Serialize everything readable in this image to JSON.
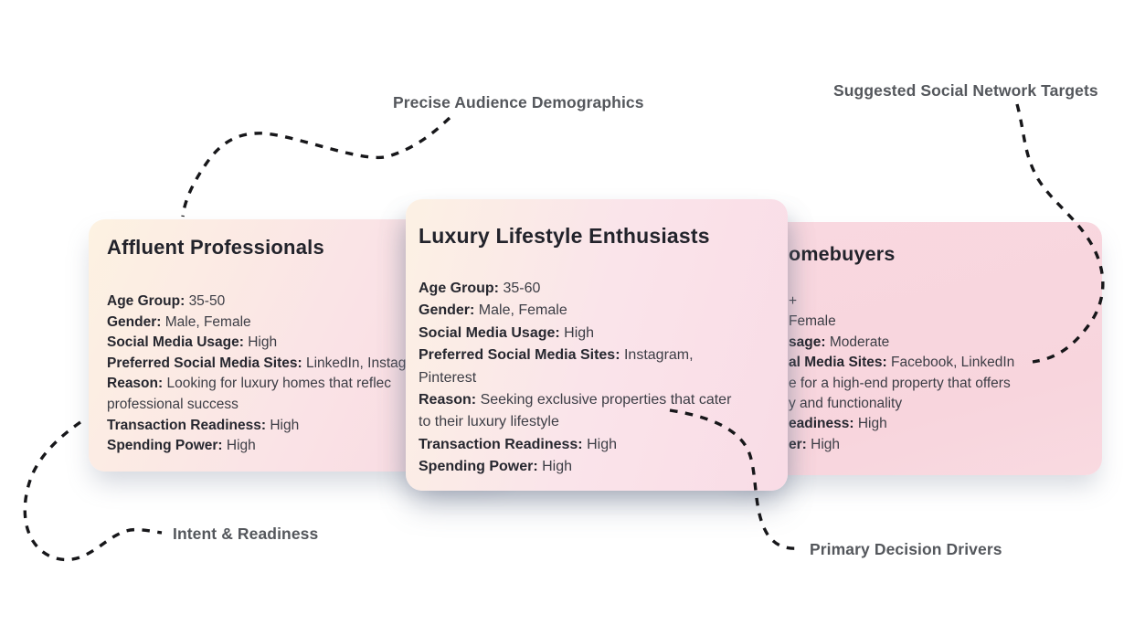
{
  "annotations": {
    "precise_demographics": "Precise Audience Demographics",
    "social_targets": "Suggested Social Network Targets",
    "intent_readiness": "Intent & Readiness",
    "decision_drivers": "Primary Decision Drivers"
  },
  "cards": {
    "affluent_professionals": {
      "title": "Affluent Professionals",
      "rows": [
        {
          "label": "Age Group:",
          "value": "35-50"
        },
        {
          "label": "Gender:",
          "value": "Male, Female"
        },
        {
          "label": "Social Media Usage:",
          "value": "High"
        },
        {
          "label": "Preferred Social Media Sites:",
          "value": "LinkedIn, Instag"
        },
        {
          "label": "Reason:",
          "value": "Looking for luxury homes that reflec"
        },
        {
          "label": "",
          "value": "professional success"
        },
        {
          "label": "Transaction Readiness:",
          "value": "High"
        },
        {
          "label": "Spending Power:",
          "value": "High"
        }
      ]
    },
    "luxury_lifestyle_enthusiasts": {
      "title": "Luxury Lifestyle Enthusiasts",
      "rows": [
        {
          "label": "Age Group:",
          "value": "35-60"
        },
        {
          "label": "Gender:",
          "value": "Male, Female"
        },
        {
          "label": "Social Media Usage:",
          "value": "High"
        },
        {
          "label": "Preferred Social Media Sites:",
          "value": "Instagram,"
        },
        {
          "label": "",
          "value": "Pinterest"
        },
        {
          "label": "Reason:",
          "value": "Seeking exclusive properties that cater"
        },
        {
          "label": "",
          "value": "to their luxury lifestyle"
        },
        {
          "label": "Transaction Readiness:",
          "value": "High"
        },
        {
          "label": "Spending Power:",
          "value": "High"
        }
      ]
    },
    "homebuyers_partial": {
      "title": "omebuyers",
      "rows": [
        {
          "label": "",
          "value": "+"
        },
        {
          "label": "",
          "value": "Female"
        },
        {
          "label": "sage:",
          "value": "Moderate"
        },
        {
          "label": "al Media Sites:",
          "value": "Facebook, LinkedIn"
        },
        {
          "label": "",
          "value": "e for a high-end property that offers"
        },
        {
          "label": "",
          "value": "y and functionality"
        },
        {
          "label": "eadiness:",
          "value": "High"
        },
        {
          "label": "er:",
          "value": "High"
        }
      ]
    }
  },
  "colors": {
    "card_cream": "#fdf2e2",
    "card_pink": "#f8d8e1",
    "right_card_pink": "#f8d5dd",
    "title_text": "#22232b",
    "body_text": "#3c3d45",
    "bold_label_text": "#26272f",
    "annotation_text": "#54575c",
    "connector": "#17171a",
    "background": "#ffffff"
  }
}
